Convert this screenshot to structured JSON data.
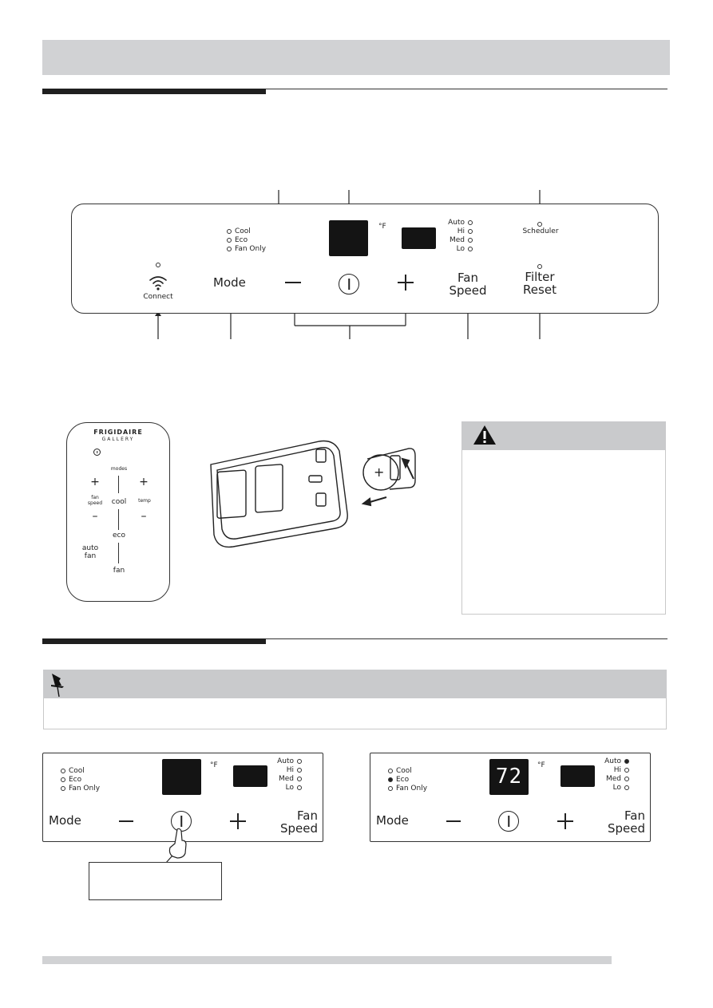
{
  "control_panel": {
    "modes": [
      "Cool",
      "Eco",
      "Fan Only"
    ],
    "unit": "°F",
    "fan_speeds": [
      "Auto",
      "Hi",
      "Med",
      "Lo"
    ],
    "scheduler": "Scheduler",
    "connect": "Connect",
    "mode": "Mode",
    "fan_speed_l1": "Fan",
    "fan_speed_l2": "Speed",
    "filter_l1": "Filter",
    "filter_l2": "Reset"
  },
  "remote": {
    "brand": "FRIGIDAIRE",
    "sub": "GALLERY",
    "modes": "modes",
    "fan_speed_l1": "fan",
    "fan_speed_l2": "speed",
    "cool": "cool",
    "temp": "temp",
    "eco": "eco",
    "auto_fan_l1": "auto",
    "auto_fan_l2": "fan",
    "fan": "fan"
  },
  "panel_small": {
    "modes": [
      "Cool",
      "Eco",
      "Fan Only"
    ],
    "unit": "°F",
    "fan_speeds": [
      "Auto",
      "Hi",
      "Med",
      "Lo"
    ],
    "mode": "Mode",
    "fan_speed_l1": "Fan",
    "fan_speed_l2": "Speed"
  },
  "panel_after": {
    "temperature": "72",
    "active_mode": "Eco",
    "active_speed": "Auto"
  },
  "colors": {
    "header_gray": "#d1d2d4",
    "display_black": "#141414"
  }
}
